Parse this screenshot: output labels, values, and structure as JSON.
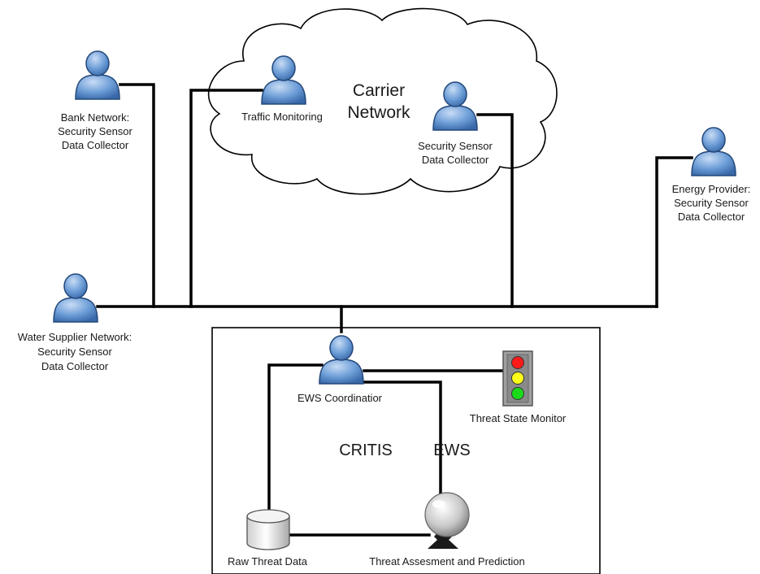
{
  "cloud": {
    "title_line1": "Carrier",
    "title_line2": "Network"
  },
  "nodes": {
    "bank": {
      "line1": "Bank Network:",
      "line2": "Security Sensor",
      "line3": "Data Collector"
    },
    "traffic": {
      "label": "Traffic Monitoring"
    },
    "carrier_sensor": {
      "line1": "Security Sensor",
      "line2": "Data Collector"
    },
    "energy": {
      "line1": "Energy Provider:",
      "line2": "Security Sensor",
      "line3": "Data Collector"
    },
    "water": {
      "line1": "Water Supplier Network:",
      "line2": "Security Sensor",
      "line3": "Data Collector"
    },
    "ews_coordinator": {
      "label": "EWS Coordinatior"
    },
    "threat_monitor": {
      "label": "Threat State Monitor"
    },
    "raw_data": {
      "label": "Raw Threat Data"
    },
    "assessment": {
      "label": "Threat Assesment and Prediction"
    }
  },
  "box": {
    "label_left": "CRITIS",
    "label_right": "EWS"
  },
  "colors": {
    "person_body": "#5b8fd0",
    "person_outline": "#1f3f70",
    "traffic_red": "#ff1a1a",
    "traffic_yellow": "#ffff1a",
    "traffic_green": "#1adb1a"
  },
  "icons": {
    "person": "user-icon",
    "database": "database-icon",
    "crystal_ball": "crystal-ball-icon",
    "traffic_light": "traffic-light-icon"
  }
}
